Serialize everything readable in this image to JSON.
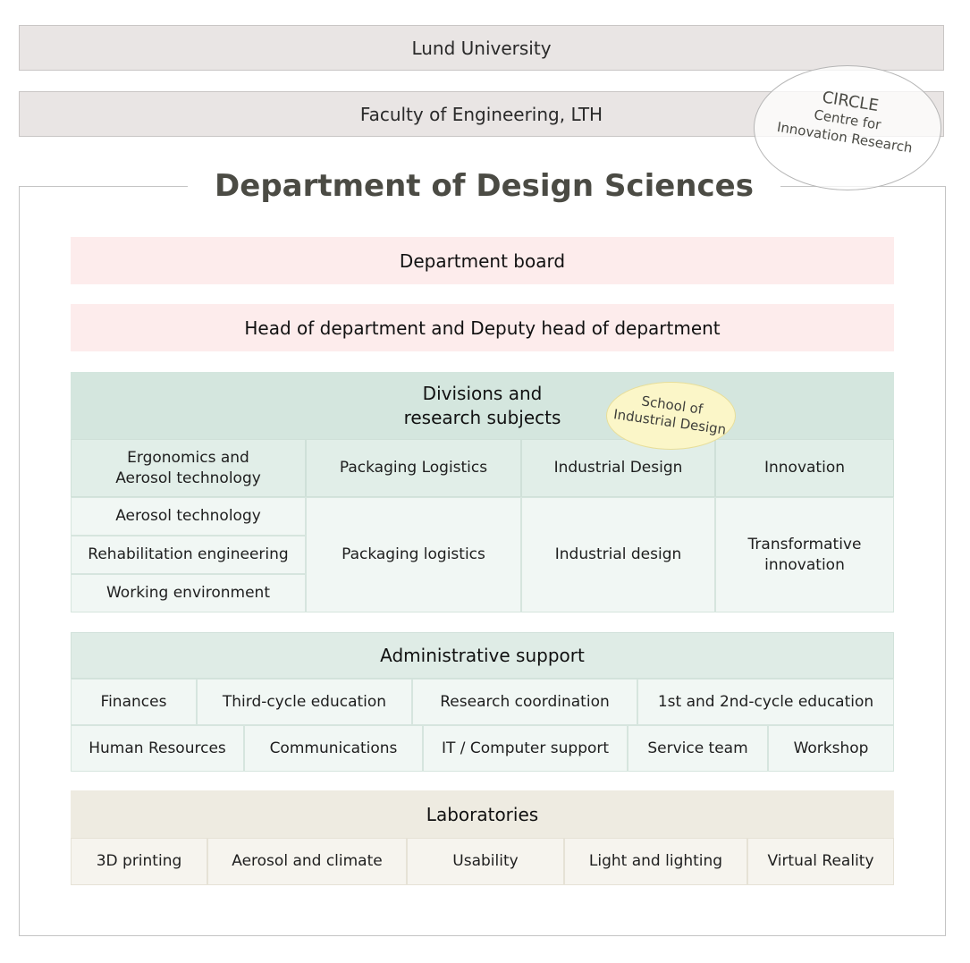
{
  "university": "Lund University",
  "faculty": "Faculty of Engineering, LTH",
  "circle": {
    "name": "CIRCLE",
    "line1": "Centre for",
    "line2": "Innovation Research"
  },
  "department": {
    "title": "Department of Design Sciences"
  },
  "board": "Department board",
  "head": "Head of department and Deputy head of department",
  "divisions": {
    "header_line1": "Divisions and",
    "header_line2": "research subjects",
    "school": {
      "line1": "School of",
      "line2": "Industrial Design"
    },
    "columns": [
      {
        "title_line1": "Ergonomics and",
        "title_line2": "Aerosol technology",
        "subjects": [
          "Aerosol technology",
          "Rehabilitation engineering",
          "Working environment"
        ]
      },
      {
        "title": "Packaging Logistics",
        "subject": "Packaging logistics"
      },
      {
        "title": "Industrial Design",
        "subject": "Industrial design"
      },
      {
        "title": "Innovation",
        "subject_line1": "Transformative",
        "subject_line2": "innovation"
      }
    ]
  },
  "admin": {
    "header": "Administrative support",
    "row1": [
      "Finances",
      "Third-cycle education",
      "Research coordination",
      "1st and 2nd-cycle education"
    ],
    "row2": [
      "Human Resources",
      "Communications",
      "IT / Computer support",
      "Service team",
      "Workshop"
    ]
  },
  "labs": {
    "header": "Laboratories",
    "items": [
      "3D printing",
      "Aerosol and climate",
      "Usability",
      "Light and lighting",
      "Virtual Reality"
    ]
  },
  "colors": {
    "pink": "#fdecec",
    "green_header": "#d4e6de",
    "green_cell": "#e1eee8",
    "green_light": "#f1f7f4",
    "beige_header": "#eeebe1",
    "beige_cell": "#f6f4ee",
    "yellow": "#fbf6c8",
    "title_text": "#4b4b44"
  }
}
